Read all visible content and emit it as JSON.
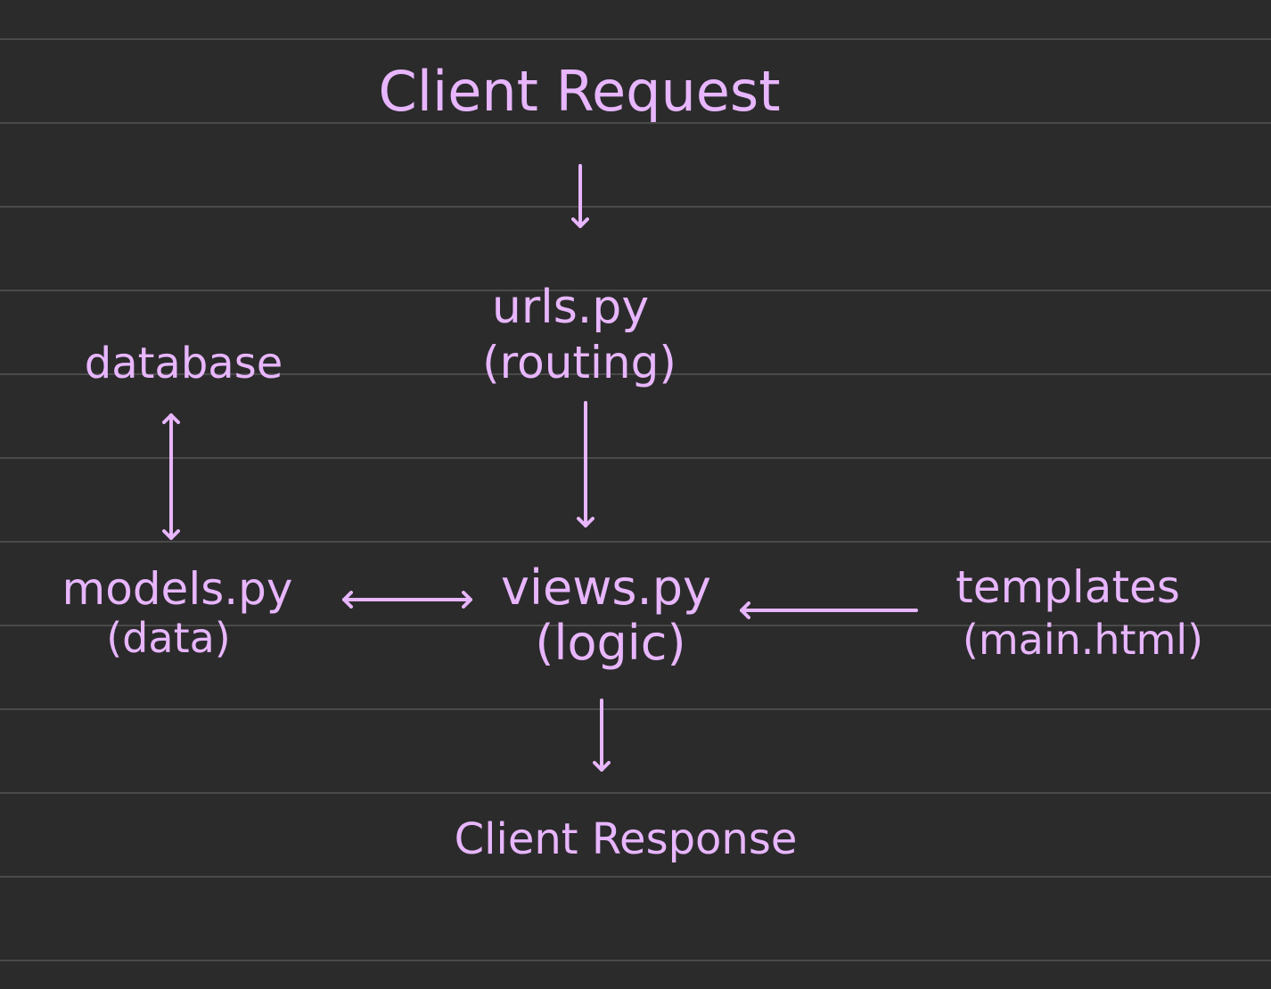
{
  "diagram": {
    "background_color": "#2b2b2b",
    "ink_color": "#e8b6ff",
    "line_color": "#4a4a4a",
    "nodes": {
      "client_request": "Client Request",
      "urls_title": "urls.py",
      "urls_subtitle": "(routing)",
      "database": "database",
      "models_title": "models.py",
      "models_subtitle": "(data)",
      "views_title": "views.py",
      "views_subtitle": "(logic)",
      "templates_title": "templates",
      "templates_subtitle": "(main.html)",
      "client_response": "Client Response"
    },
    "edges": [
      {
        "from": "client_request",
        "to": "urls",
        "direction": "one-way"
      },
      {
        "from": "urls",
        "to": "views",
        "direction": "one-way"
      },
      {
        "from": "models",
        "to": "database",
        "direction": "two-way"
      },
      {
        "from": "models",
        "to": "views",
        "direction": "two-way"
      },
      {
        "from": "templates",
        "to": "views",
        "direction": "one-way"
      },
      {
        "from": "views",
        "to": "client_response",
        "direction": "one-way"
      }
    ]
  }
}
